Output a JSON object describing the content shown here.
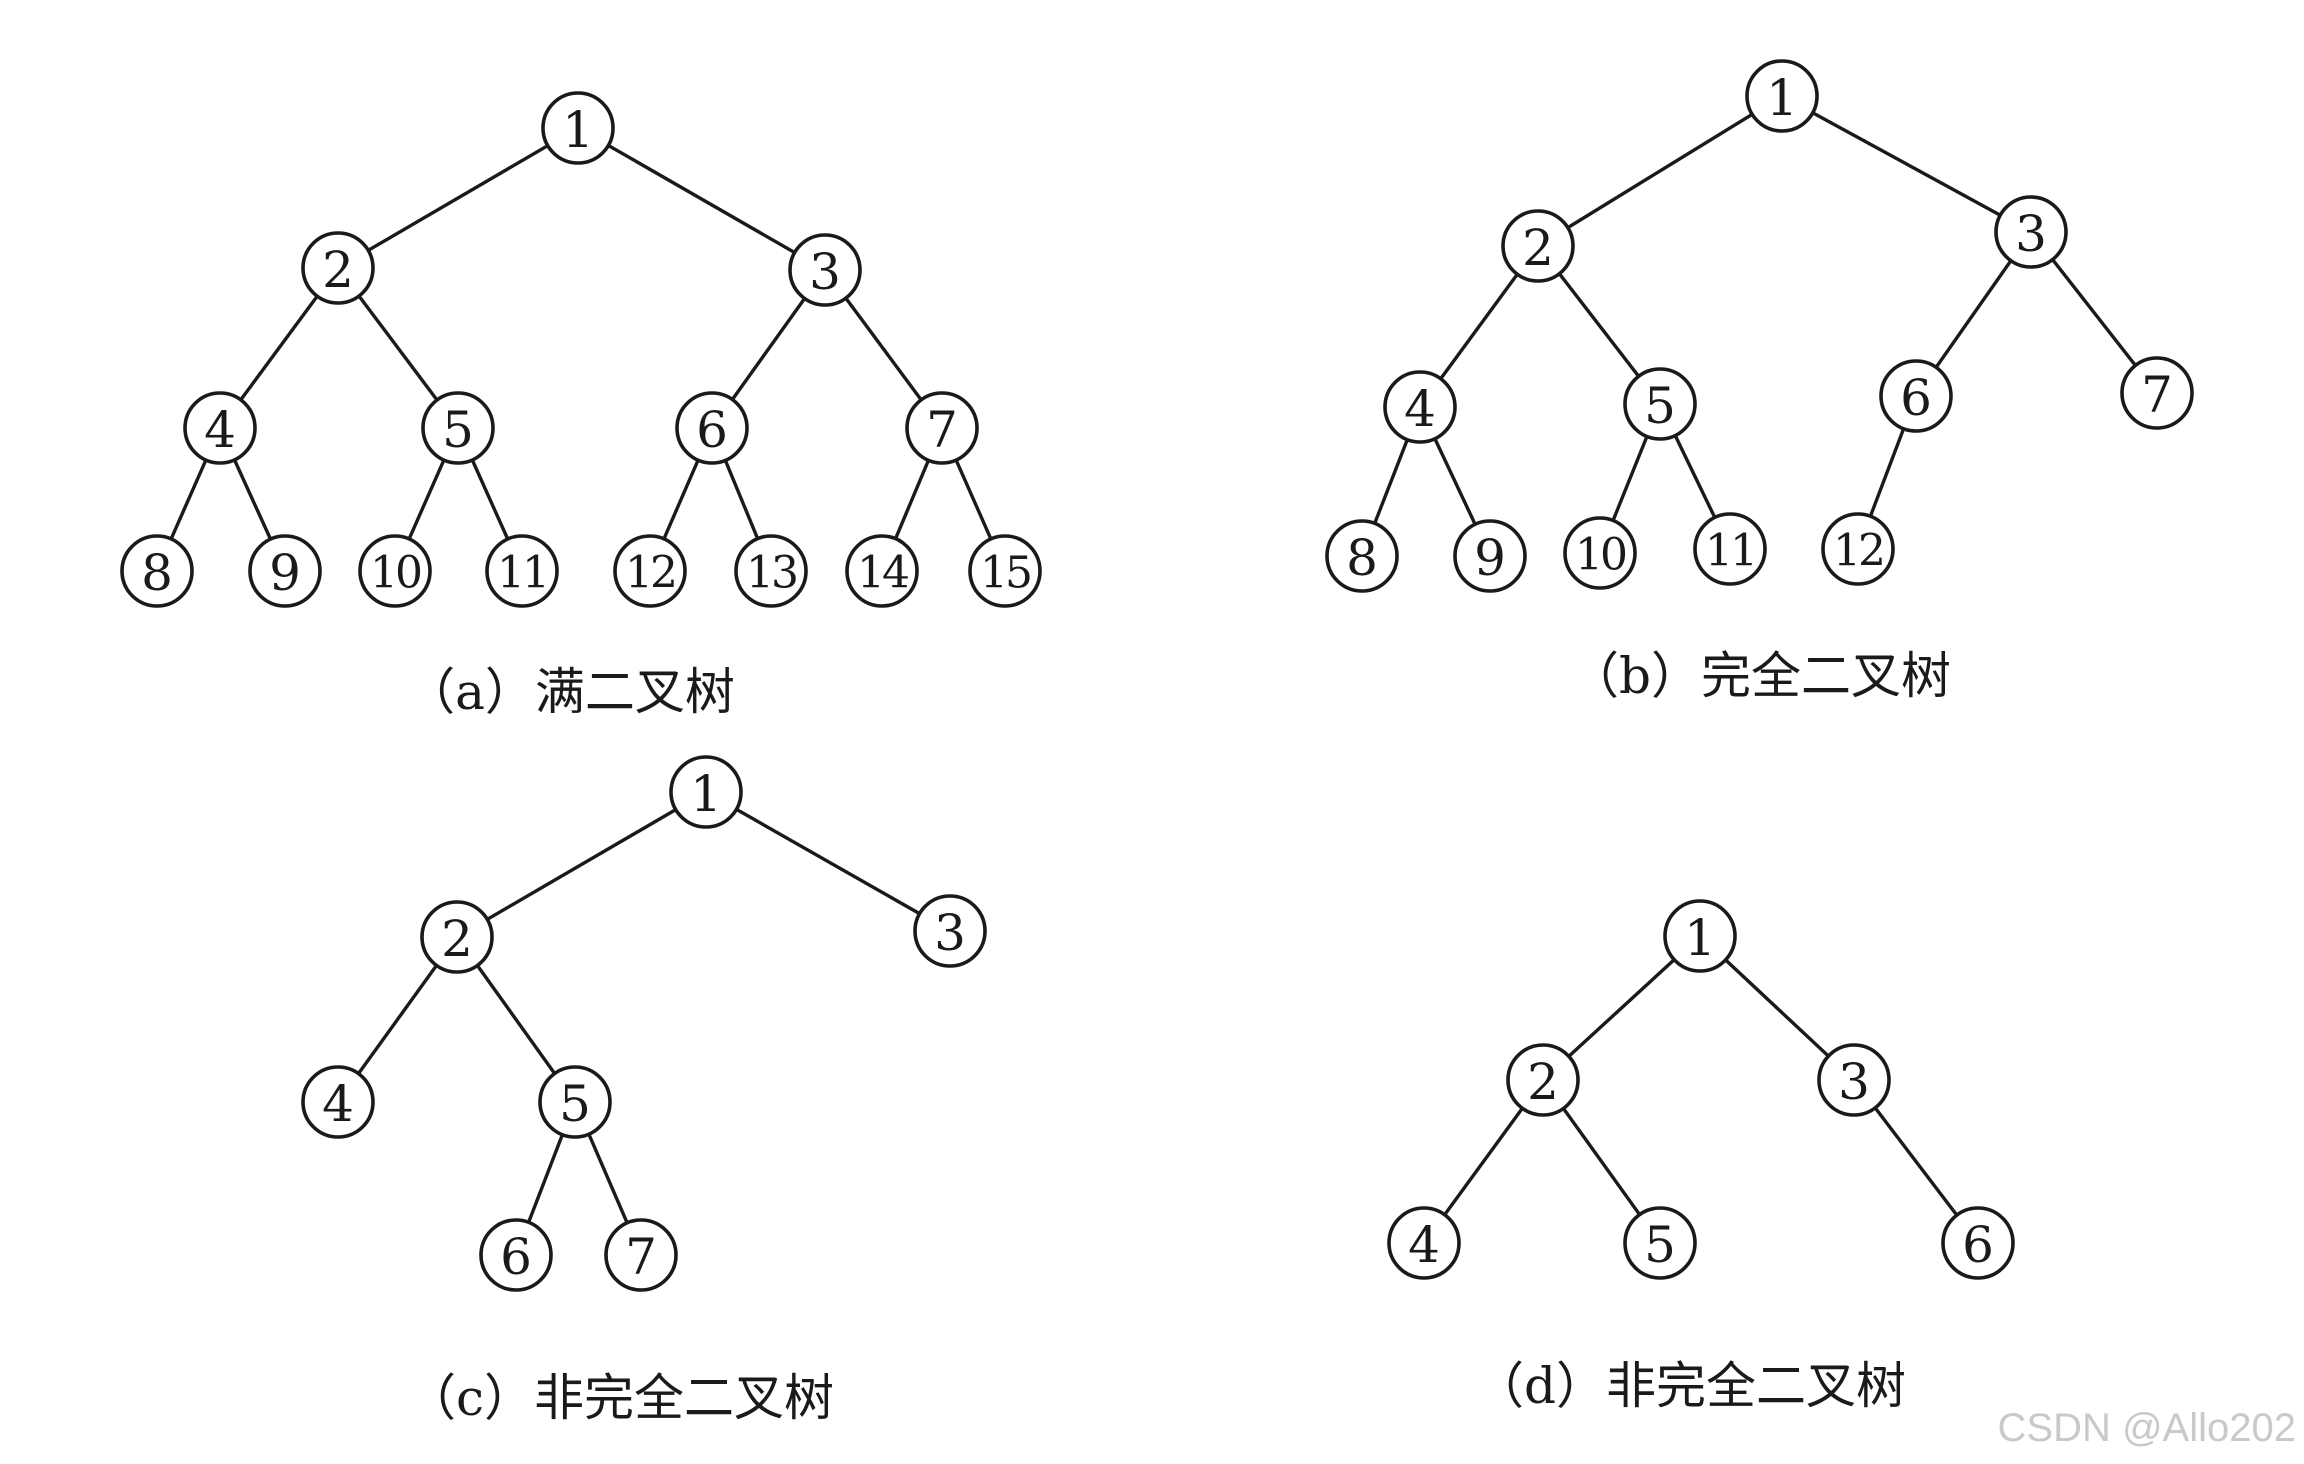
{
  "diagrams": [
    {
      "id": "a",
      "caption": "（a）满二叉树",
      "nodes": [
        {
          "label": "1"
        },
        {
          "label": "2"
        },
        {
          "label": "3"
        },
        {
          "label": "4"
        },
        {
          "label": "5"
        },
        {
          "label": "6"
        },
        {
          "label": "7"
        },
        {
          "label": "8"
        },
        {
          "label": "9"
        },
        {
          "label": "10"
        },
        {
          "label": "11"
        },
        {
          "label": "12"
        },
        {
          "label": "13"
        },
        {
          "label": "14"
        },
        {
          "label": "15"
        }
      ],
      "edges": [
        [
          "1",
          "2"
        ],
        [
          "1",
          "3"
        ],
        [
          "2",
          "4"
        ],
        [
          "2",
          "5"
        ],
        [
          "3",
          "6"
        ],
        [
          "3",
          "7"
        ],
        [
          "4",
          "8"
        ],
        [
          "4",
          "9"
        ],
        [
          "5",
          "10"
        ],
        [
          "5",
          "11"
        ],
        [
          "6",
          "12"
        ],
        [
          "6",
          "13"
        ],
        [
          "7",
          "14"
        ],
        [
          "7",
          "15"
        ]
      ]
    },
    {
      "id": "b",
      "caption": "（b）完全二叉树",
      "nodes": [
        {
          "label": "1"
        },
        {
          "label": "2"
        },
        {
          "label": "3"
        },
        {
          "label": "4"
        },
        {
          "label": "5"
        },
        {
          "label": "6"
        },
        {
          "label": "7"
        },
        {
          "label": "8"
        },
        {
          "label": "9"
        },
        {
          "label": "10"
        },
        {
          "label": "11"
        },
        {
          "label": "12"
        }
      ],
      "edges": [
        [
          "1",
          "2"
        ],
        [
          "1",
          "3"
        ],
        [
          "2",
          "4"
        ],
        [
          "2",
          "5"
        ],
        [
          "3",
          "6"
        ],
        [
          "3",
          "7"
        ],
        [
          "4",
          "8"
        ],
        [
          "4",
          "9"
        ],
        [
          "5",
          "10"
        ],
        [
          "5",
          "11"
        ],
        [
          "6",
          "12"
        ]
      ]
    },
    {
      "id": "c",
      "caption": "（c）非完全二叉树",
      "nodes": [
        {
          "label": "1"
        },
        {
          "label": "2"
        },
        {
          "label": "3"
        },
        {
          "label": "4"
        },
        {
          "label": "5"
        },
        {
          "label": "6"
        },
        {
          "label": "7"
        }
      ],
      "edges": [
        [
          "1",
          "2"
        ],
        [
          "1",
          "3"
        ],
        [
          "2",
          "4"
        ],
        [
          "2",
          "5"
        ],
        [
          "5",
          "6"
        ],
        [
          "5",
          "7"
        ]
      ]
    },
    {
      "id": "d",
      "caption": "（d）非完全二叉树",
      "nodes": [
        {
          "label": "1"
        },
        {
          "label": "2"
        },
        {
          "label": "3"
        },
        {
          "label": "4"
        },
        {
          "label": "5"
        },
        {
          "label": "6"
        }
      ],
      "edges": [
        [
          "1",
          "2"
        ],
        [
          "1",
          "3"
        ],
        [
          "2",
          "4"
        ],
        [
          "2",
          "5"
        ],
        [
          "3",
          "6"
        ]
      ]
    }
  ],
  "watermark": "CSDN @Allo202"
}
